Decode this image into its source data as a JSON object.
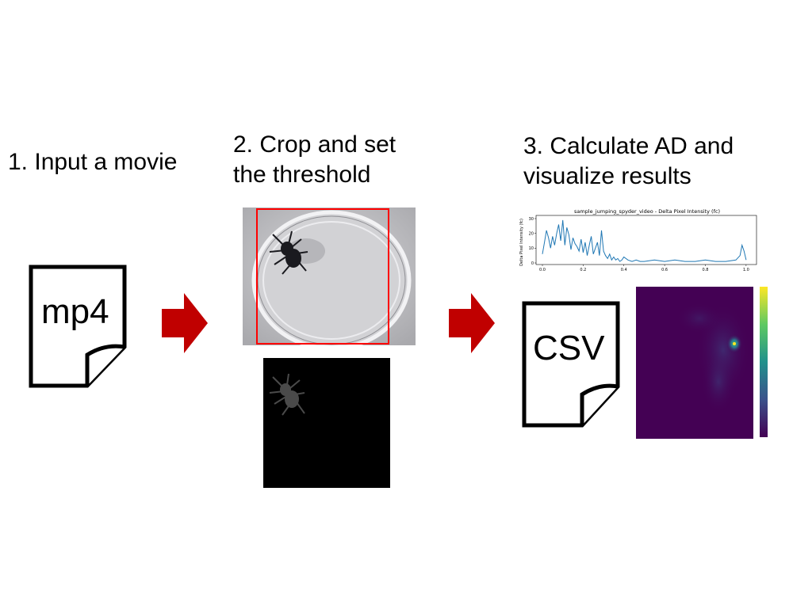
{
  "steps": {
    "step1": {
      "line1": "1. Input a movie"
    },
    "step2": {
      "line1": "2. Crop and set",
      "line2": "the threshold"
    },
    "step3": {
      "line1": "3. Calculate AD and",
      "line2": "visualize results"
    }
  },
  "files": {
    "input_label": "mp4",
    "output_label": "CSV"
  },
  "plot": {
    "title": "sample_jumping_spyder_video - Delta Pixel Intensity (fc)",
    "ylabel": "Delta Pixel Intensity (fc)",
    "xticks": [
      "0.0",
      "0.2",
      "0.4",
      "0.6",
      "0.8",
      "1.0"
    ],
    "yticks": [
      "0",
      "10",
      "20",
      "30"
    ]
  },
  "chart_data": {
    "type": "line",
    "title": "sample_jumping_spyder_video - Delta Pixel Intensity (fc)",
    "xlabel": "",
    "ylabel": "Delta Pixel Intensity (fc)",
    "xlim": [
      0.0,
      1.02
    ],
    "ylim": [
      0,
      30
    ],
    "grid": false,
    "series": [
      {
        "color": "#1f77b4",
        "x": [
          0.0,
          0.01,
          0.02,
          0.03,
          0.04,
          0.05,
          0.06,
          0.07,
          0.08,
          0.09,
          0.1,
          0.11,
          0.12,
          0.13,
          0.14,
          0.15,
          0.16,
          0.17,
          0.18,
          0.19,
          0.2,
          0.21,
          0.22,
          0.23,
          0.24,
          0.25,
          0.26,
          0.27,
          0.28,
          0.29,
          0.3,
          0.31,
          0.32,
          0.33,
          0.34,
          0.35,
          0.36,
          0.37,
          0.38,
          0.39,
          0.4,
          0.42,
          0.44,
          0.46,
          0.48,
          0.5,
          0.55,
          0.6,
          0.65,
          0.7,
          0.75,
          0.8,
          0.85,
          0.9,
          0.95,
          0.97,
          0.98,
          0.99,
          1.0
        ],
        "y": [
          6,
          14,
          22,
          17,
          10,
          18,
          12,
          20,
          26,
          15,
          29,
          12,
          24,
          19,
          9,
          17,
          13,
          11,
          8,
          16,
          7,
          14,
          5,
          12,
          18,
          6,
          10,
          14,
          5,
          22,
          8,
          5,
          3,
          6,
          2,
          4,
          2,
          3,
          1,
          2,
          4,
          2,
          1,
          2,
          1,
          1,
          2,
          1,
          2,
          1,
          1,
          2,
          1,
          1,
          2,
          5,
          12,
          8,
          2
        ]
      }
    ]
  },
  "colors": {
    "arrow": "#c00000",
    "crop_box": "#ff0000",
    "line": "#1f77b4"
  }
}
